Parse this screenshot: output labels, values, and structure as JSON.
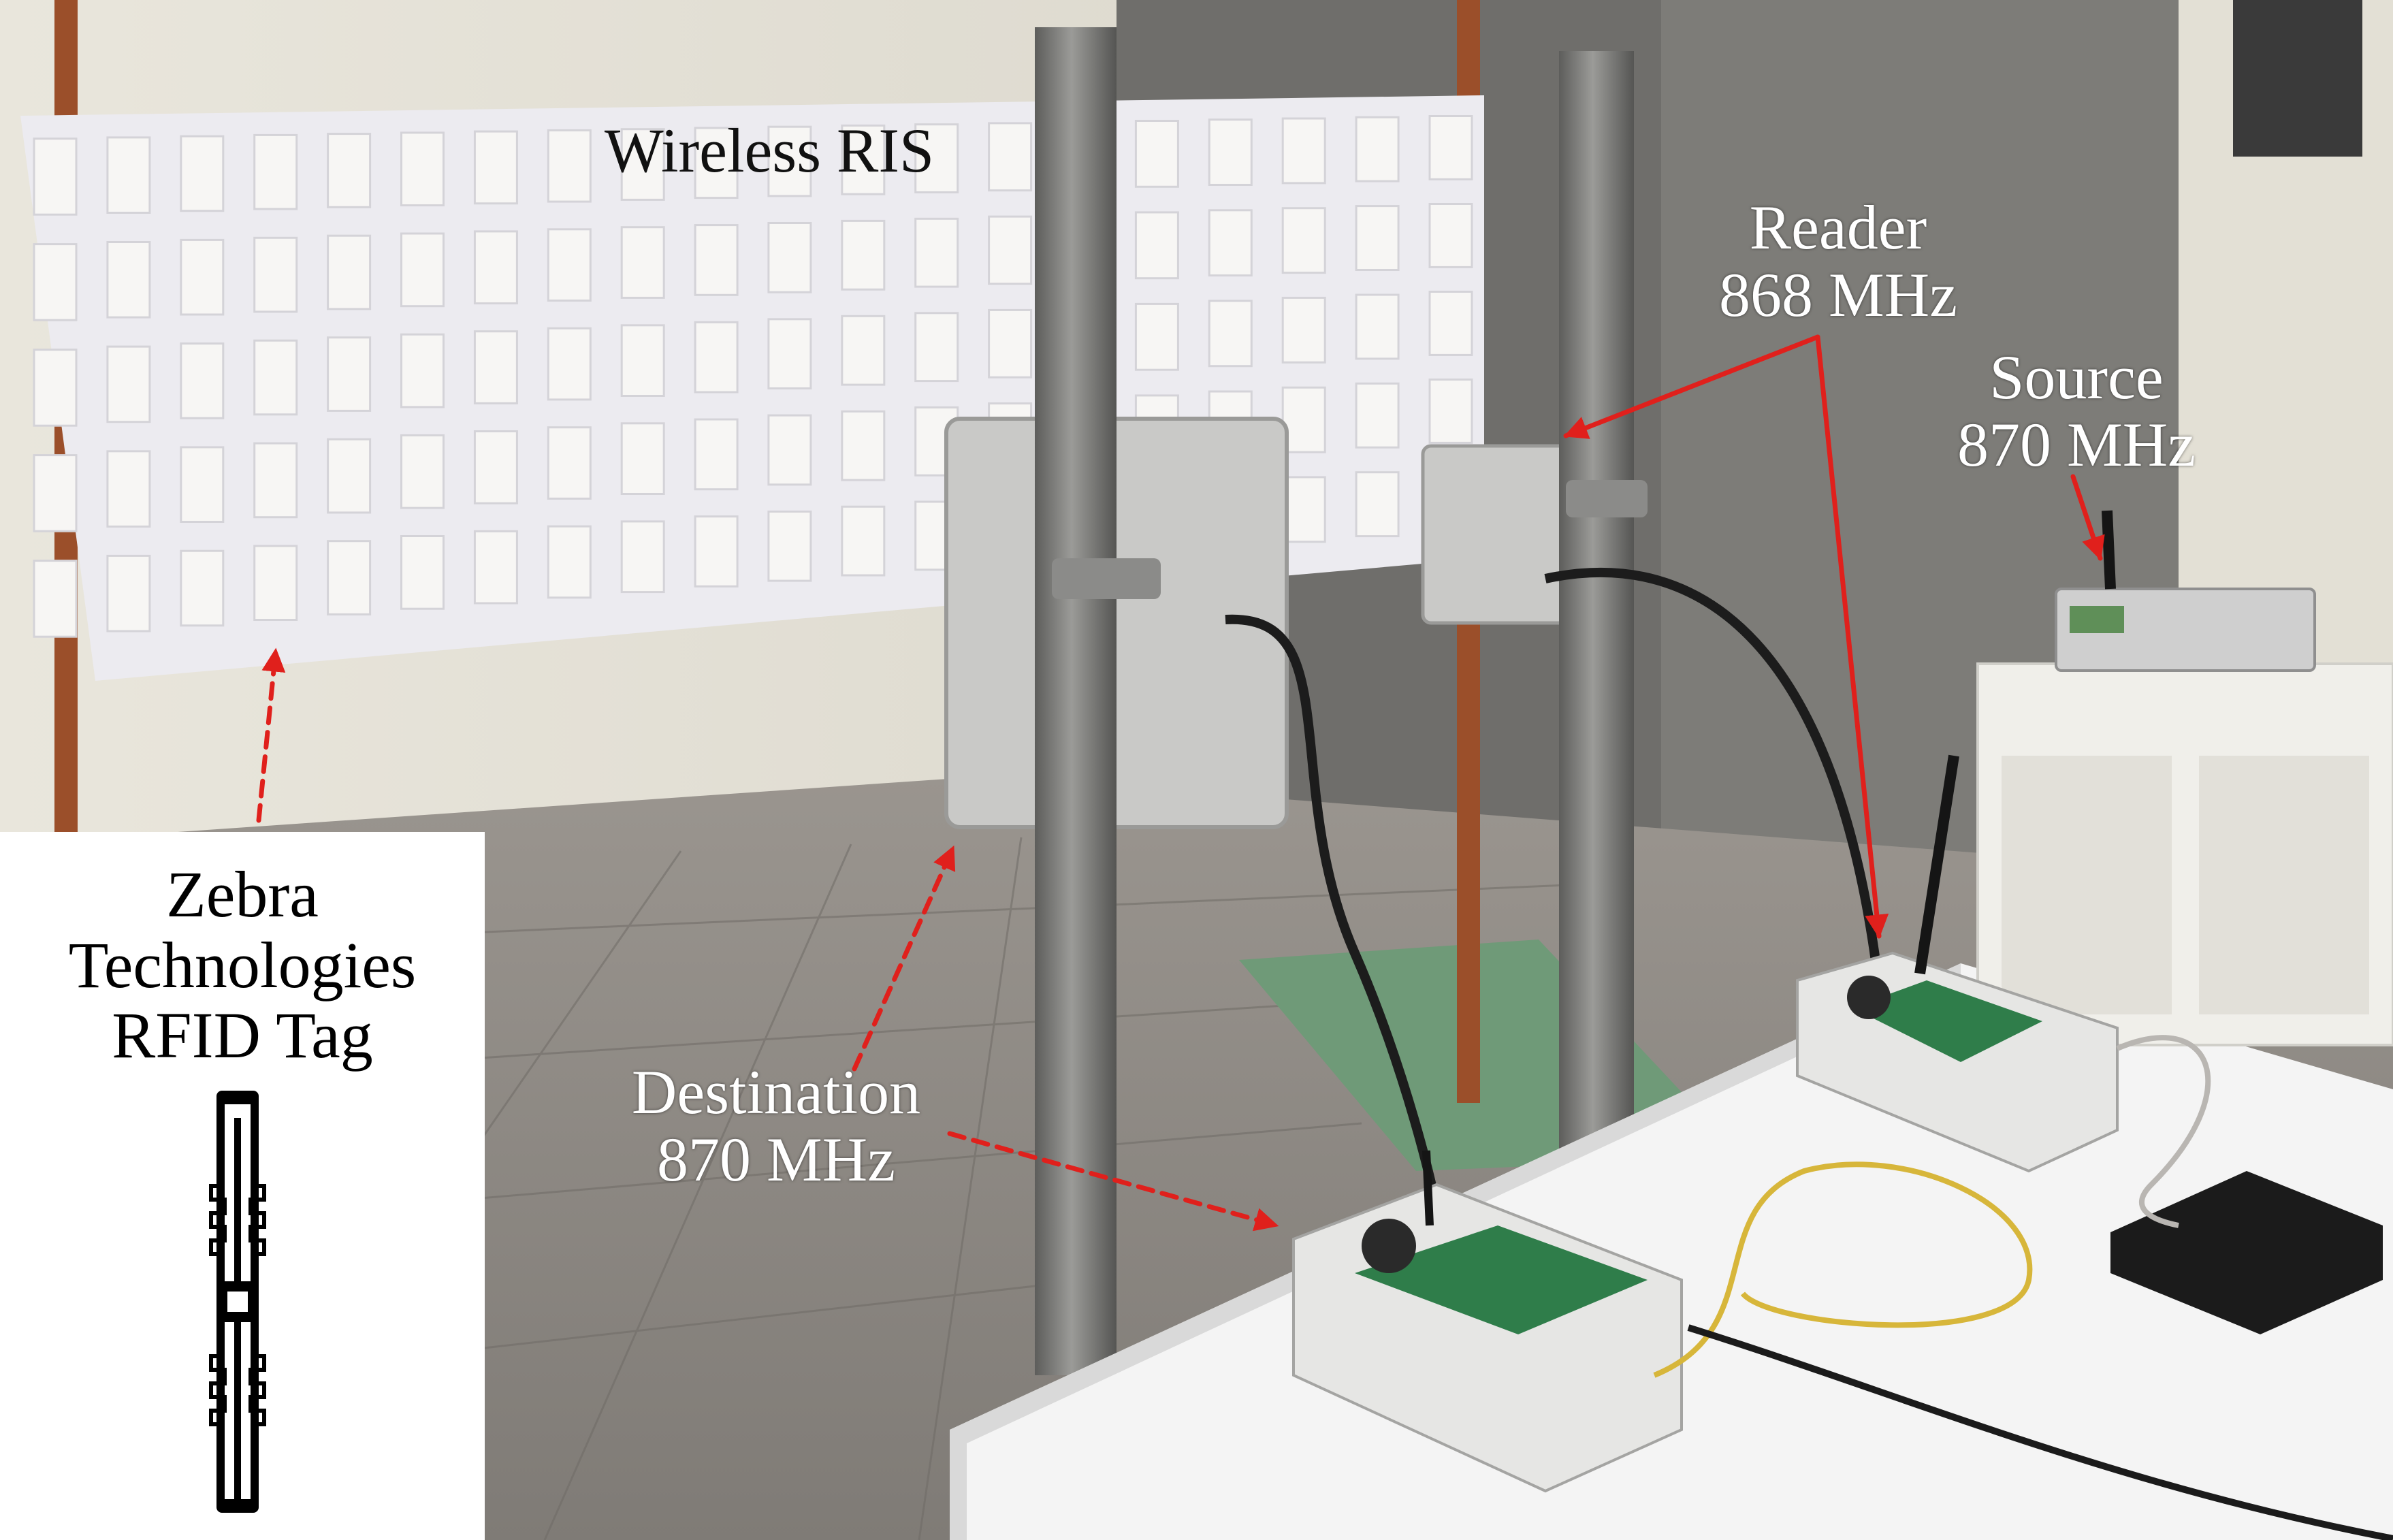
{
  "labels": {
    "wireless_ris": "Wireless RIS",
    "reader": "Reader\n868 MHz",
    "source": "Source\n870 MHz",
    "destination": "Destination\n870 MHz",
    "tag": "Zebra\nTechnologies\nRFID Tag"
  },
  "colors": {
    "arrow": "#e0201c",
    "ris_panel": "#ecebf0",
    "tile": "#f7f6f4",
    "floor": "#8f8a85",
    "wall": "#dcd8cc",
    "table": "#f4f4f4",
    "frame": "#7a7a78",
    "antenna": "#c9c9c7"
  }
}
